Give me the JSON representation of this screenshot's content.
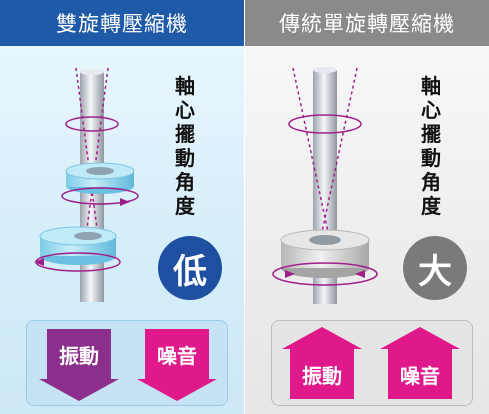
{
  "left": {
    "title": "雙旋轉壓縮機",
    "vertical_label": "軸心擺動角度",
    "level": "低",
    "results": [
      {
        "label": "振動",
        "direction": "down",
        "color": "#8c2f8c"
      },
      {
        "label": "噪音",
        "direction": "down",
        "color": "#e0198a"
      }
    ]
  },
  "right": {
    "title": "傳統單旋轉壓縮機",
    "vertical_label": "軸心擺動角度",
    "level": "大",
    "results": [
      {
        "label": "振動",
        "direction": "up",
        "color": "#e0198a"
      },
      {
        "label": "噪音",
        "direction": "up",
        "color": "#e0198a"
      }
    ]
  },
  "colors": {
    "left_header": "#1f5aa8",
    "right_header": "#8a8a8a",
    "low_badge": "#1f4fa0",
    "high_badge": "#7a7a7a",
    "orbit_line": "#a0208a"
  }
}
